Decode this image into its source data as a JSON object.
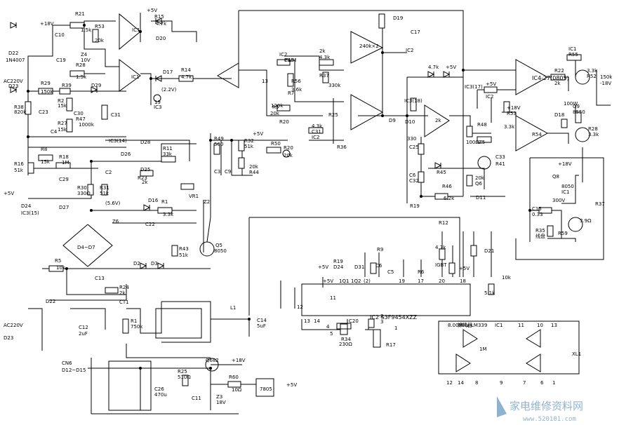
{
  "watermark": {
    "text": "家电维修资料网",
    "url": "www.520101.com"
  },
  "labels": [
    "+18V",
    "R21",
    "1.5k",
    "R53",
    "20k",
    "Z4",
    "10V",
    "C10",
    "C19",
    "R28",
    "1.5k",
    "D22",
    "1N4007",
    "AC220V",
    "D23",
    "R29",
    "150k",
    "R39",
    "R38",
    "820k",
    "D29",
    "R2",
    "15k",
    "C23",
    "R27",
    "15k",
    "C30",
    "R47",
    "1000k",
    "C31",
    "C4",
    "R8",
    "15k",
    "R16",
    "51k",
    "R18",
    "1M",
    "C29",
    "+5V",
    "D24",
    "D27",
    "IC3(15)",
    "+5V",
    "R15",
    "4.7k",
    "IC1",
    "D20",
    "R14",
    "4.7k",
    "D17",
    "(2.2V)",
    "IC3",
    "19",
    "IC1",
    "IC3(14)",
    "D26",
    "D28",
    "R11",
    "33k",
    "C2",
    "D25",
    "R23",
    "2k",
    "R30",
    "330Ω",
    "R31",
    "51k",
    "VR1",
    "D16",
    "R1",
    "3.3k",
    "(5.6V)",
    "Z2",
    "Z6",
    "C22",
    "D4~D7",
    "R43",
    "51k",
    "Q5",
    "8050",
    "R5",
    "10k",
    "D2",
    "D3",
    "C13",
    "R24",
    "2k",
    "D22",
    "CT1",
    "AC220V",
    "D23",
    "C12",
    "2uF",
    "R1",
    "750k",
    "L1",
    "C14",
    "5uF",
    "CN6",
    "D12~D15",
    "C26",
    "470u",
    "R25",
    "510Ω",
    "C11",
    "Q682",
    "+18V",
    "Z3",
    "18V",
    "R60",
    "10Ω",
    "7805",
    "+5V",
    "R49",
    "560",
    "C3",
    "C9",
    "+5V",
    "R32",
    "51k",
    "R50",
    "20k",
    "R44",
    "120k",
    "R20",
    "20k",
    "PWM",
    "13",
    "IC2",
    "C18",
    "R56",
    "3.6k",
    "R5",
    "20k",
    "R20",
    "2k",
    "4.3k",
    "R37",
    "330k",
    "R7",
    "4.3k",
    "C31",
    "IC2",
    "R25",
    "R36",
    "240k×2",
    "D19",
    "C17",
    "IC2",
    "4.7k",
    "+5V",
    "IC3(18)",
    "D9",
    "D10",
    "330",
    "C25",
    "C6",
    "C32",
    "R45",
    "R46",
    "6.2k",
    "D11",
    "R19",
    "2k",
    "IC3(17)",
    "+5V",
    "IC2",
    "+18V",
    "R53",
    "3.3k",
    "R48",
    "100Ω",
    "Z5",
    "C33",
    "R41",
    "20k",
    "Q6",
    "IC4-27(0805)",
    "R22",
    "2k",
    "IC1",
    "R55",
    "3.3k",
    "R52",
    "150k",
    "-18V",
    "Q9",
    "8550",
    "D18",
    "100W",
    "R28",
    "3.3k",
    "R54",
    "+18V",
    "Q8",
    "8050",
    "IC1",
    "300V",
    "R37",
    "C15",
    "0.33",
    "R35",
    "线盘",
    "R59",
    "3.9Ω",
    "R12",
    "4.7k",
    "D21",
    "IGBT",
    "+5V",
    "10k",
    "5.1k",
    "R9",
    "C6",
    "C5",
    "R6",
    "+5V",
    "R19",
    "D24",
    "D31",
    "+5V",
    "1Q1",
    "1Q2",
    "(2)",
    "20",
    "18",
    "19",
    "17",
    "12",
    "11",
    "13",
    "14",
    "C20",
    "IC2 S3F9454XZZ",
    "1",
    "2",
    "3",
    "4",
    "5",
    "R34",
    "230Ω",
    "R17",
    "1M",
    "XL1",
    "8.00MHz",
    "蜂鸣器",
    "LM339",
    "IC1",
    "11",
    "10",
    "13",
    "12",
    "14",
    "8",
    "9",
    "7",
    "6",
    "1",
    "3",
    "2",
    "4",
    "5"
  ]
}
